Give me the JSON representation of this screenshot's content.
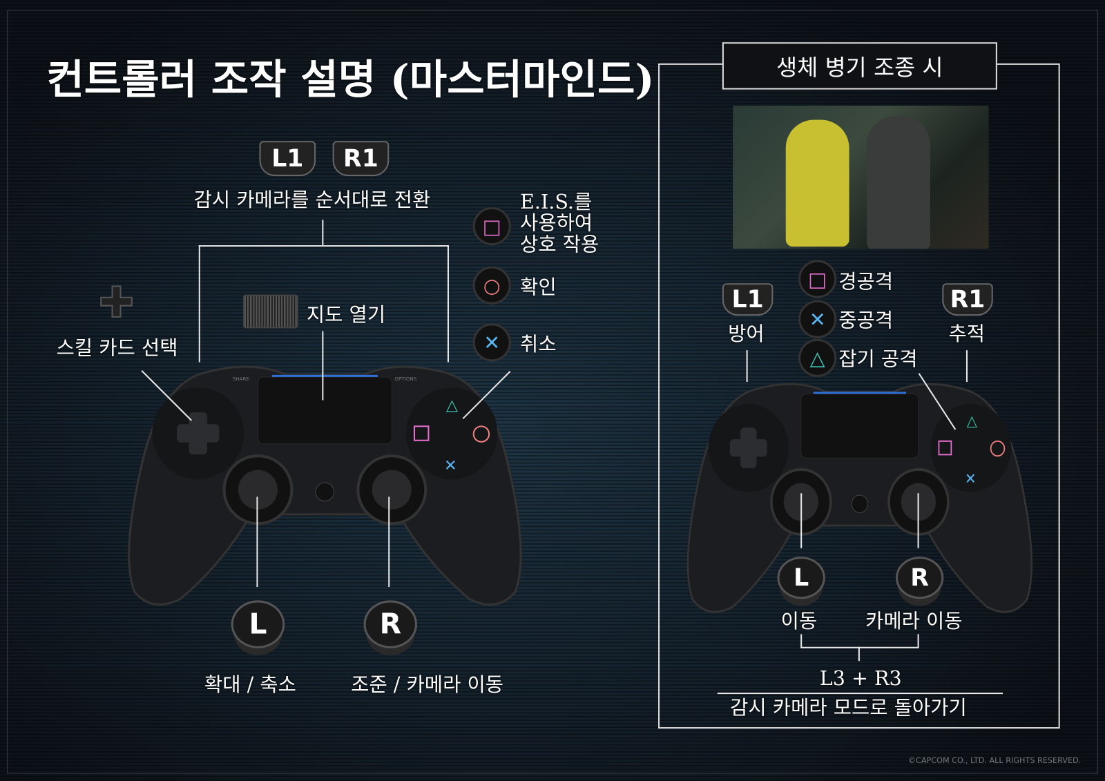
{
  "title": "컨트롤러 조작 설명 (마스터마인드)",
  "left": {
    "l1": "L1",
    "r1": "R1",
    "l1r1_label": "감시 카메라를 순서대로 전환",
    "square_label_lines": [
      "E.I.S.를",
      "사용하여",
      "상호 작용"
    ],
    "circle_label": "확인",
    "cross_label": "취소",
    "dpad_label": "스킬 카드 선택",
    "touchpad_label": "지도 열기",
    "l_stick": "L",
    "r_stick": "R",
    "l_stick_label": "확대 / 축소",
    "r_stick_label": "조준 / 카메라 이동"
  },
  "right": {
    "header": "생체 병기 조종 시",
    "square_label": "경공격",
    "cross_label": "중공격",
    "triangle_label": "잡기 공격",
    "l1": "L1",
    "l1_label": "방어",
    "r1": "R1",
    "r1_label": "추적",
    "l_stick": "L",
    "l_stick_label": "이동",
    "r_stick": "R",
    "r_stick_label": "카메라 이동",
    "combo": "L3 + R3",
    "combo_label": "감시 카메라 모드로 돌아가기"
  },
  "controller_labels": {
    "share": "SHARE",
    "options": "OPTIONS"
  },
  "copyright": "©CAPCOM CO., LTD. ALL RIGHTS RESERVED.",
  "colors": {
    "square": "#e86fd0",
    "circle": "#f08080",
    "cross": "#5ab4f0",
    "triangle": "#3cc8b4"
  }
}
